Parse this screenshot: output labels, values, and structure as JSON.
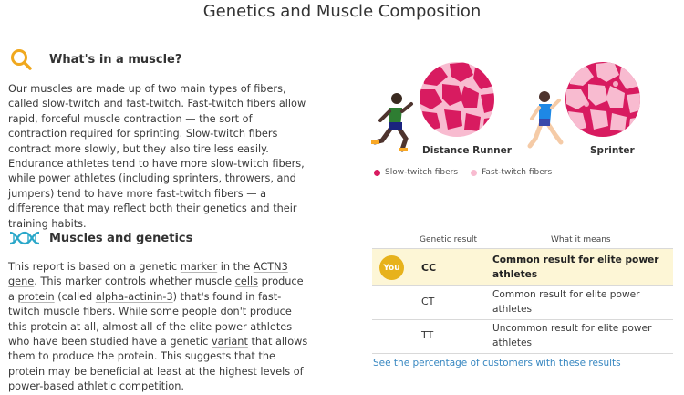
{
  "page": {
    "title": "Genetics and Muscle Composition"
  },
  "section1": {
    "heading": "What's in a muscle?",
    "icon": "magnifier-icon",
    "paragraph": "Our muscles are made up of two main types of fibers, called slow-twitch and fast-twitch. Fast-twitch fibers allow rapid, forceful muscle contraction — the sort of contraction required for sprinting. Slow-twitch fibers contract more slowly, but they also tire less easily. Endurance athletes tend to have more slow-twitch fibers, while power athletes (including sprinters, throwers, and jumpers) tend to have more fast-twitch fibers — a difference that may reflect both their genetics and their training habits."
  },
  "illustration": {
    "distance_runner_label": "Distance Runner",
    "sprinter_label": "Sprinter",
    "legend": [
      {
        "label": "Slow-twitch fibers",
        "color": "#d81b60"
      },
      {
        "label": "Fast-twitch fibers",
        "color": "#f8bbd0"
      }
    ]
  },
  "section2": {
    "heading": "Muscles and genetics",
    "icon": "dna-icon",
    "paragraph": {
      "t1": "This report is based on a genetic ",
      "marker": "marker",
      "t2": " in the ",
      "gene_link": "ACTN3 gene",
      "t3": ". This marker controls whether muscle ",
      "cells": "cells",
      "t4": " produce a ",
      "protein": "protein",
      "t5": " (called ",
      "alpha": "alpha-actinin-3",
      "t6": ") that's found in fast-twitch muscle fibers. While some people don't produce this protein at all, almost all of the elite power athletes who have been studied have a genetic ",
      "variant": "variant",
      "t7": " that allows them to produce the protein. This suggests that the protein may be beneficial at least at the highest levels of power-based athletic competition."
    }
  },
  "results_table": {
    "headers": {
      "result": "Genetic result",
      "meaning": "What it means"
    },
    "you_badge": "You",
    "highlight_color": "#fdf6d6",
    "rows": [
      {
        "result": "CC",
        "meaning": "Common result for elite power athletes",
        "is_you": true
      },
      {
        "result": "CT",
        "meaning": "Common result for elite power athletes",
        "is_you": false
      },
      {
        "result": "TT",
        "meaning": "Uncommon result for elite power athletes",
        "is_you": false
      }
    ]
  },
  "footer_link": "See the percentage of customers with these results"
}
